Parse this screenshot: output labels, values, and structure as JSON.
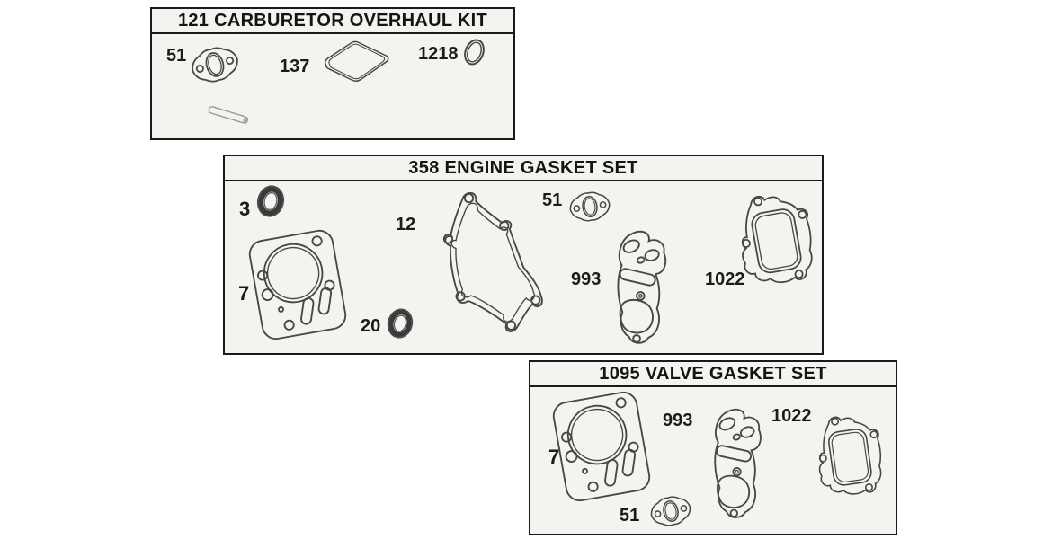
{
  "document": {
    "kind": "engine-parts-diagram",
    "colors": {
      "line": "#474747",
      "label": "#1b1b1b",
      "border": "#1a1a1a",
      "panel_bg": "#f5f3f0",
      "seal_dark": "#3a3a3a",
      "pin_line": "#9b9b9b"
    }
  },
  "panels": [
    {
      "title": "121 CARBURETOR OVERHAUL KIT",
      "parts": {
        "flange51": {
          "ref": "51"
        },
        "bowl137": {
          "ref": "137"
        },
        "oring1218": {
          "ref": "1218"
        }
      }
    },
    {
      "title": "358 ENGINE GASKET SET",
      "parts": {
        "seal3": {
          "ref": "3"
        },
        "head7": {
          "ref": "7"
        },
        "crank12": {
          "ref": "12"
        },
        "seal20": {
          "ref": "20"
        },
        "flange51": {
          "ref": "51"
        },
        "breather993": {
          "ref": "993"
        },
        "cover1022": {
          "ref": "1022"
        }
      }
    },
    {
      "title": "1095 VALVE GASKET SET",
      "parts": {
        "head7": {
          "ref": "7"
        },
        "breather993": {
          "ref": "993"
        },
        "cover1022": {
          "ref": "1022"
        },
        "flange51": {
          "ref": "51"
        }
      }
    }
  ]
}
